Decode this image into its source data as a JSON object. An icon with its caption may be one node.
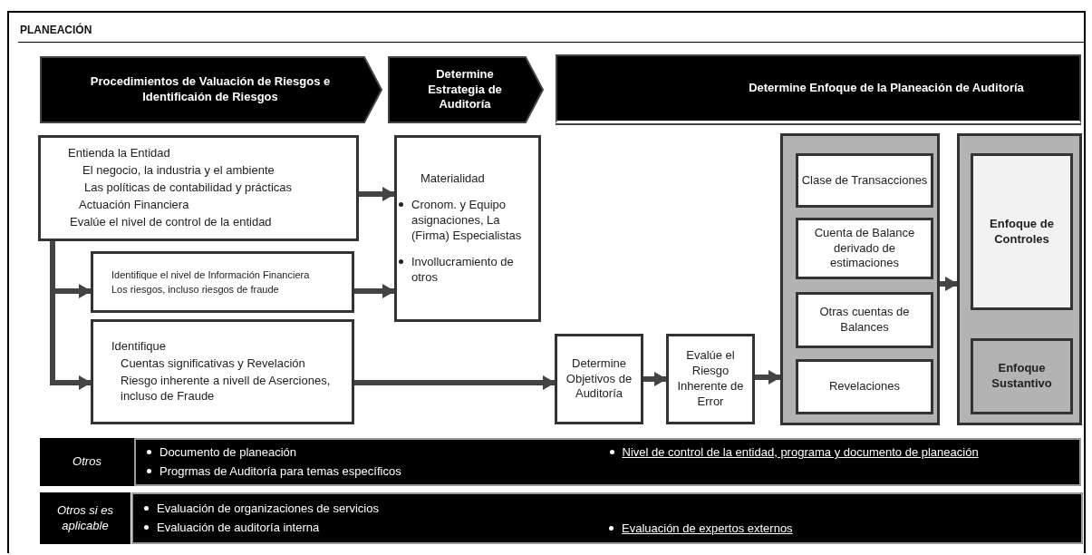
{
  "diagram": {
    "title": "PLANEACIÓN",
    "nodes": [
      {
        "text": [
          "Procedimientos de Valuación de Riesgos e Identificaión de Riesgos"
        ]
      },
      {
        "text": [
          "Determine Estrategia de Auditoría"
        ]
      },
      {
        "text": [
          "Determine Enfoque de la Planeación de Auditoría"
        ]
      },
      {
        "text": [
          "Entienda la Entidad",
          "El negocio, la industria y el ambiente",
          "Las políticas de contabilidad y prácticas",
          "Actuación Financiera",
          "Evalúe el nivel de control de la entidad"
        ]
      },
      {
        "text": [
          "Materialidad",
          "Cronom. y Equipo asignaciones, La (Firma) Especialistas",
          "Invollucramiento de otros"
        ]
      },
      {
        "text": [
          "Identifique el nivel de Información Financiera",
          "Los riesgos, incluso riesgos de fraude"
        ]
      },
      {
        "text": [
          "Identifique",
          "Cuentas significativas y Revelación",
          "Riesgo inherente a nivell de Aserciones, incluso de Fraude"
        ]
      },
      {
        "text": [
          "Determine Objetivos de Auditoría"
        ]
      },
      {
        "text": [
          "Evalúe el Riesgo Inherente de Error"
        ]
      },
      {
        "text": [],
        "shape": "box"
      },
      {
        "text": [
          "Clase de Transacciones"
        ],
        "in": 9
      },
      {
        "text": [
          "Cuenta de Balance derivado de estimaciones"
        ],
        "in": 9
      },
      {
        "text": [
          "Otras cuentas de Balances"
        ],
        "in": 9
      },
      {
        "text": [
          "Revelaciones"
        ],
        "in": 9
      },
      {
        "text": [],
        "shape": "box"
      },
      {
        "text": [
          "Enfoque de Controles"
        ],
        "in": 14
      },
      {
        "text": [
          "Enfoque Sustantivo"
        ],
        "in": 14
      },
      {
        "text": [
          "Otros"
        ]
      },
      {
        "text": [
          "Documento de planeación",
          "Progrmas de Auditoría para temas específicos",
          "Nivel de control de la entidad, programa y documento de planeación"
        ]
      },
      {
        "text": [
          "Otros si es aplicable"
        ]
      },
      {
        "text": [
          "Evaluación de organizaciones de servicios",
          "Evaluación de auditoría interna",
          "Evaluación de expertos externos"
        ]
      }
    ],
    "edges": [
      {
        "from": 3,
        "to": 4,
        "arrow": "to"
      },
      {
        "from": 3,
        "to": 5,
        "arrow": "to"
      },
      {
        "from": 3,
        "to": 6,
        "arrow": "to"
      },
      {
        "from": 5,
        "to": 4,
        "arrow": "to"
      },
      {
        "from": 6,
        "to": 7,
        "arrow": "to"
      },
      {
        "from": 7,
        "to": 8,
        "arrow": "to"
      },
      {
        "from": 8,
        "to": 9,
        "arrow": "to"
      },
      {
        "from": 9,
        "to": 14,
        "arrow": "to"
      }
    ]
  }
}
